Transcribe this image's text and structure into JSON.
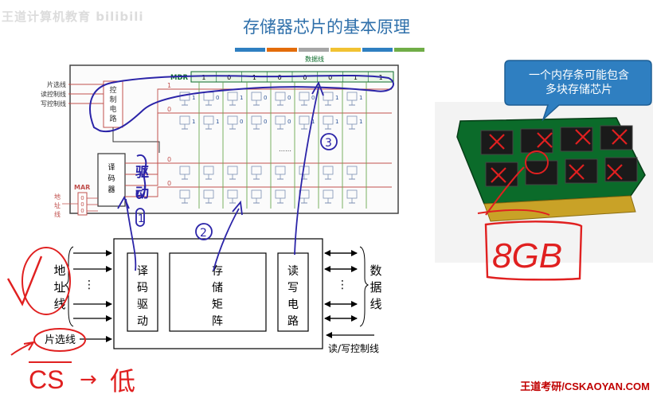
{
  "watermark": "王道计算机教育 bilibili",
  "title": "存储器芯片的基本原理",
  "title_bar_colors": [
    "#2f7fc1",
    "#e36c0a",
    "#a6a6a6",
    "#f1c232",
    "#2f7fc1",
    "#70ad47"
  ],
  "chip": {
    "data_line_label": "数据线",
    "mdr_label": "MDR",
    "mdr_bits": [
      "1",
      "0",
      "1",
      "0",
      "0",
      "0",
      "1",
      "1"
    ],
    "control_lines": [
      "片选线",
      "读控制线",
      "写控制线"
    ],
    "control_circuit": [
      "控",
      "制",
      "电",
      "路"
    ],
    "row_values": [
      "1",
      "0",
      "0",
      "0"
    ],
    "cell_rows": [
      [
        "1",
        "0",
        "1",
        "0",
        "0",
        "0",
        "1",
        "1"
      ],
      [
        "1",
        "1",
        "0",
        "0",
        "0",
        "1",
        "1",
        "1"
      ]
    ],
    "ellipsis": "……",
    "mar_label": "MAR",
    "mar_bits": [
      "0",
      "0",
      "0"
    ],
    "address_label": [
      "地",
      "址",
      "线"
    ],
    "decoder_label": [
      "译",
      "码",
      "器"
    ]
  },
  "block": {
    "decoder_drive": [
      "译",
      "码",
      "驱",
      "动"
    ],
    "storage_matrix": [
      "存",
      "储",
      "矩",
      "阵"
    ],
    "rw_circuit": [
      "读",
      "写",
      "电",
      "路"
    ],
    "address_lines": [
      "地",
      "址",
      "线"
    ],
    "data_lines": [
      "数",
      "据",
      "线"
    ],
    "dots": "⋮",
    "chip_select_line": "片选线",
    "rw_control_line": "读/写控制线"
  },
  "callout": {
    "text_line1": "一个内存条可能包含",
    "text_line2": "多块存储芯片"
  },
  "annotations": {
    "drive": [
      "驱",
      "动"
    ],
    "numbers": [
      "1",
      "2",
      "3"
    ],
    "memory_size": "8GB",
    "cs_note": "CS",
    "cs_arrow": "→",
    "cs_low": "低"
  },
  "footer": "王道考研/CSKAOYAN.COM",
  "colors": {
    "title": "#2e6faa",
    "ink_blue": "#2b24a8",
    "ink_red": "#e02020",
    "chip_green": "#0b6b2a",
    "wire_red": "#c0504d",
    "footer": "#c00000"
  }
}
